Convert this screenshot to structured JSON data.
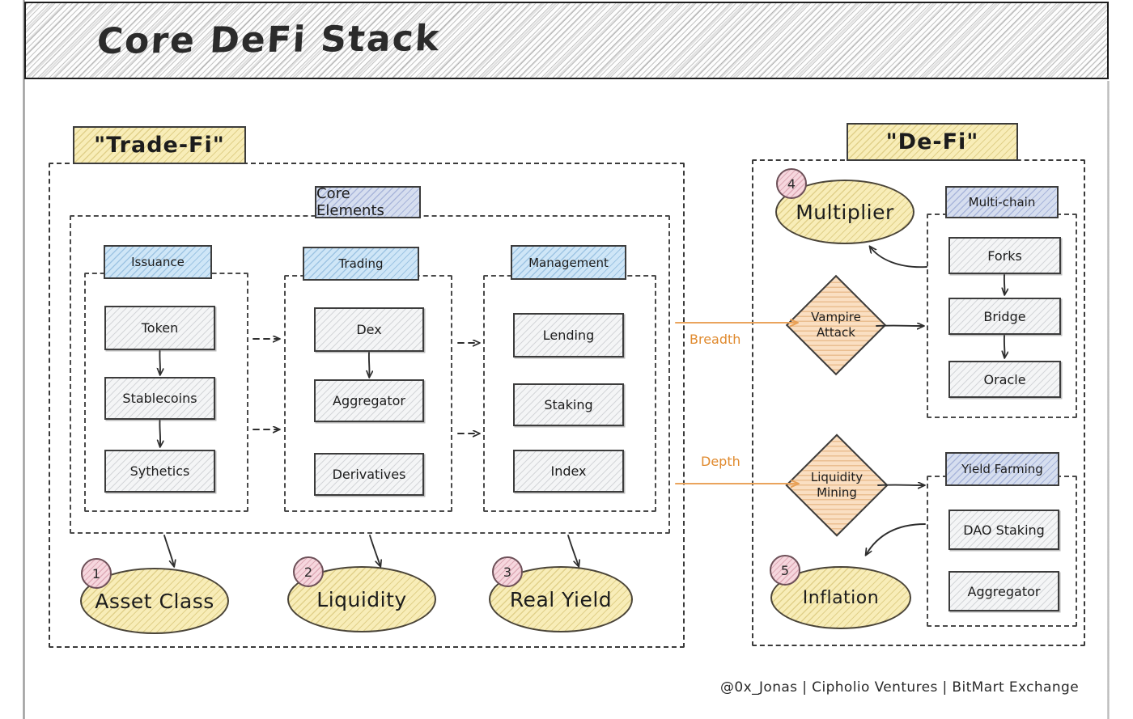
{
  "title": "Core DeFi Stack",
  "footer": "@0x_Jonas | Cipholio Ventures | BitMart Exchange",
  "colors": {
    "yellow_fill": "#f8edb8",
    "blue_fill": "#cfe6f7",
    "periwinkle_fill": "#d6deef",
    "orange_fill": "#fadfc2",
    "pink_badge": "#f6d7de",
    "grey_fill": "#f4f5f6",
    "accent_orange": "#e08a2e",
    "stroke": "#3c3c3c"
  },
  "left_section": {
    "label": "\"Trade-Fi\"",
    "core_elements_label": "Core Elements",
    "groups": [
      {
        "header": "Issuance",
        "items": [
          "Token",
          "Stablecoins",
          "Sythetics"
        ]
      },
      {
        "header": "Trading",
        "items": [
          "Dex",
          "Aggregator",
          "Derivatives"
        ]
      },
      {
        "header": "Management",
        "items": [
          "Lending",
          "Staking",
          "Index"
        ]
      }
    ],
    "outcomes": [
      {
        "badge": "1",
        "label": "Asset Class"
      },
      {
        "badge": "2",
        "label": "Liquidity"
      },
      {
        "badge": "3",
        "label": "Real Yield"
      }
    ]
  },
  "right_section": {
    "label": "\"De-Fi\"",
    "outcomes": [
      {
        "badge": "4",
        "label": "Multiplier"
      },
      {
        "badge": "5",
        "label": "Inflation"
      }
    ],
    "diamonds": [
      {
        "line1": "Vampire",
        "line2": "Attack"
      },
      {
        "line1": "Liquidity",
        "line2": "Mining"
      }
    ],
    "groups": [
      {
        "header": "Multi-chain",
        "items": [
          "Forks",
          "Bridge",
          "Oracle"
        ]
      },
      {
        "header": "Yield Farming",
        "items": [
          "DAO Staking",
          "Aggregator"
        ]
      }
    ]
  },
  "connectors": [
    {
      "label": "Breadth"
    },
    {
      "label": "Depth"
    }
  ]
}
